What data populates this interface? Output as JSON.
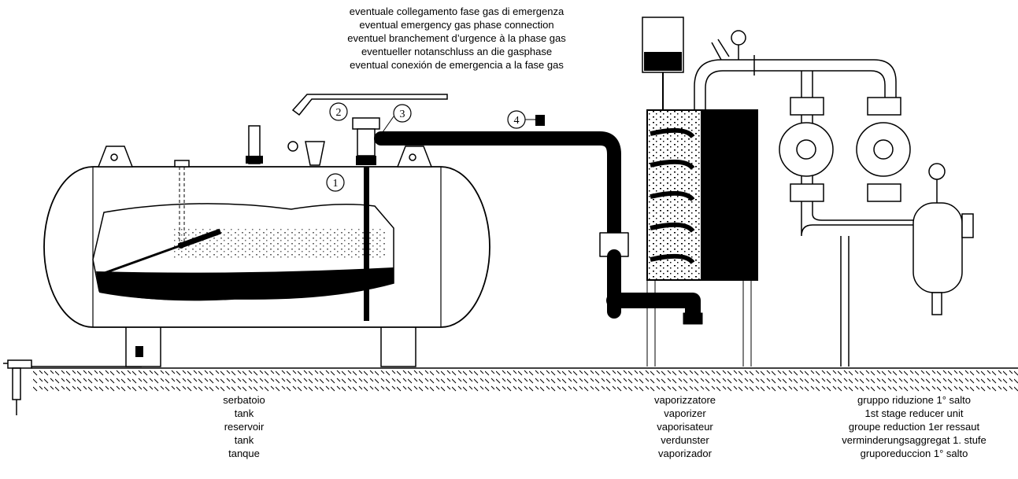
{
  "emergency_note": {
    "lines": [
      "eventuale collegamento fase gas di emergenza",
      "eventual emergency gas phase connection",
      "eventuel branchement d’urgence à la phase gas",
      "eventueller notanschluss an die gasphase",
      "eventual conexión de emergencia a la fase gas"
    ]
  },
  "markers": [
    "1",
    "2",
    "3",
    "4"
  ],
  "captions": {
    "tank": [
      "serbatoio",
      "tank",
      "reservoir",
      "tank",
      "tanque"
    ],
    "vaporizer": [
      "vaporizzatore",
      "vaporizer",
      "vaporisateur",
      "verdunster",
      "vaporizador"
    ],
    "reducer": [
      "gruppo riduzione 1° salto",
      "1st stage reducer unit",
      "groupe reduction 1er ressaut",
      "verminderungsaggregat 1. stufe",
      "gruporeduccion 1° salto"
    ]
  }
}
